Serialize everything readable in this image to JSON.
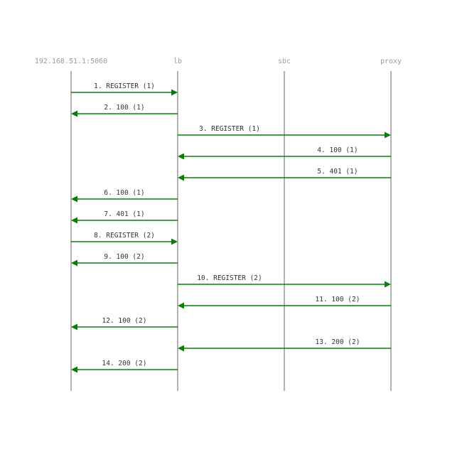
{
  "colors": {
    "lifeline": "#a0a0a0",
    "message": "#0b7d0b",
    "participant_text": "#9a9a9a",
    "message_text": "#333333",
    "background": "#ffffff"
  },
  "participants": [
    {
      "id": "client",
      "label": "192.168.51.1:5060"
    },
    {
      "id": "lb",
      "label": "lb"
    },
    {
      "id": "sbc",
      "label": "sbc"
    },
    {
      "id": "proxy",
      "label": "proxy"
    }
  ],
  "messages": [
    {
      "label": "1. REGISTER (1)",
      "from": "client",
      "to": "lb"
    },
    {
      "label": "2. 100 (1)",
      "from": "lb",
      "to": "client"
    },
    {
      "label": "3. REGISTER (1)",
      "from": "lb",
      "to": "proxy"
    },
    {
      "label": "4. 100 (1)",
      "from": "proxy",
      "to": "lb"
    },
    {
      "label": "5. 401 (1)",
      "from": "proxy",
      "to": "lb"
    },
    {
      "label": "6. 100 (1)",
      "from": "lb",
      "to": "client"
    },
    {
      "label": "7. 401 (1)",
      "from": "lb",
      "to": "client"
    },
    {
      "label": "8. REGISTER (2)",
      "from": "client",
      "to": "lb"
    },
    {
      "label": "9. 100 (2)",
      "from": "lb",
      "to": "client"
    },
    {
      "label": "10. REGISTER (2)",
      "from": "lb",
      "to": "proxy"
    },
    {
      "label": "11. 100 (2)",
      "from": "proxy",
      "to": "lb"
    },
    {
      "label": "12. 100 (2)",
      "from": "lb",
      "to": "client"
    },
    {
      "label": "13. 200 (2)",
      "from": "proxy",
      "to": "lb"
    },
    {
      "label": "14. 200 (2)",
      "from": "lb",
      "to": "client"
    }
  ]
}
